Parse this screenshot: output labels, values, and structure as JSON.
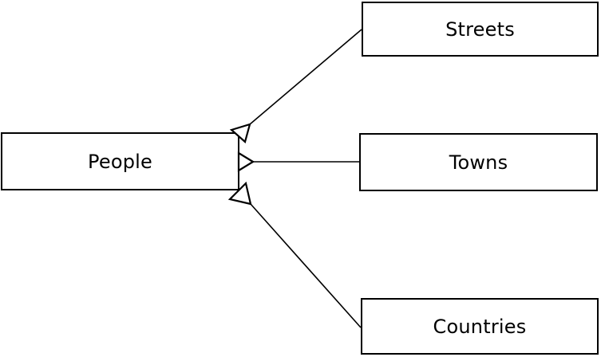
{
  "diagram": {
    "type": "entity-relationship",
    "colors": {
      "background": "#ffffff",
      "box_fill": "#ffffff",
      "stroke": "#000000",
      "text": "#000000"
    },
    "entities": [
      {
        "label": "People"
      },
      {
        "label": "Streets"
      },
      {
        "label": "Towns"
      },
      {
        "label": "Countries"
      }
    ],
    "connections": [
      {
        "from": "People",
        "to": "Streets",
        "arrowhead": "open-triangle",
        "arrowhead_at": "People"
      },
      {
        "from": "People",
        "to": "Towns",
        "arrowhead": "open-triangle",
        "arrowhead_at": "People"
      },
      {
        "from": "People",
        "to": "Countries",
        "arrowhead": "open-triangle",
        "arrowhead_at": "People"
      }
    ]
  }
}
